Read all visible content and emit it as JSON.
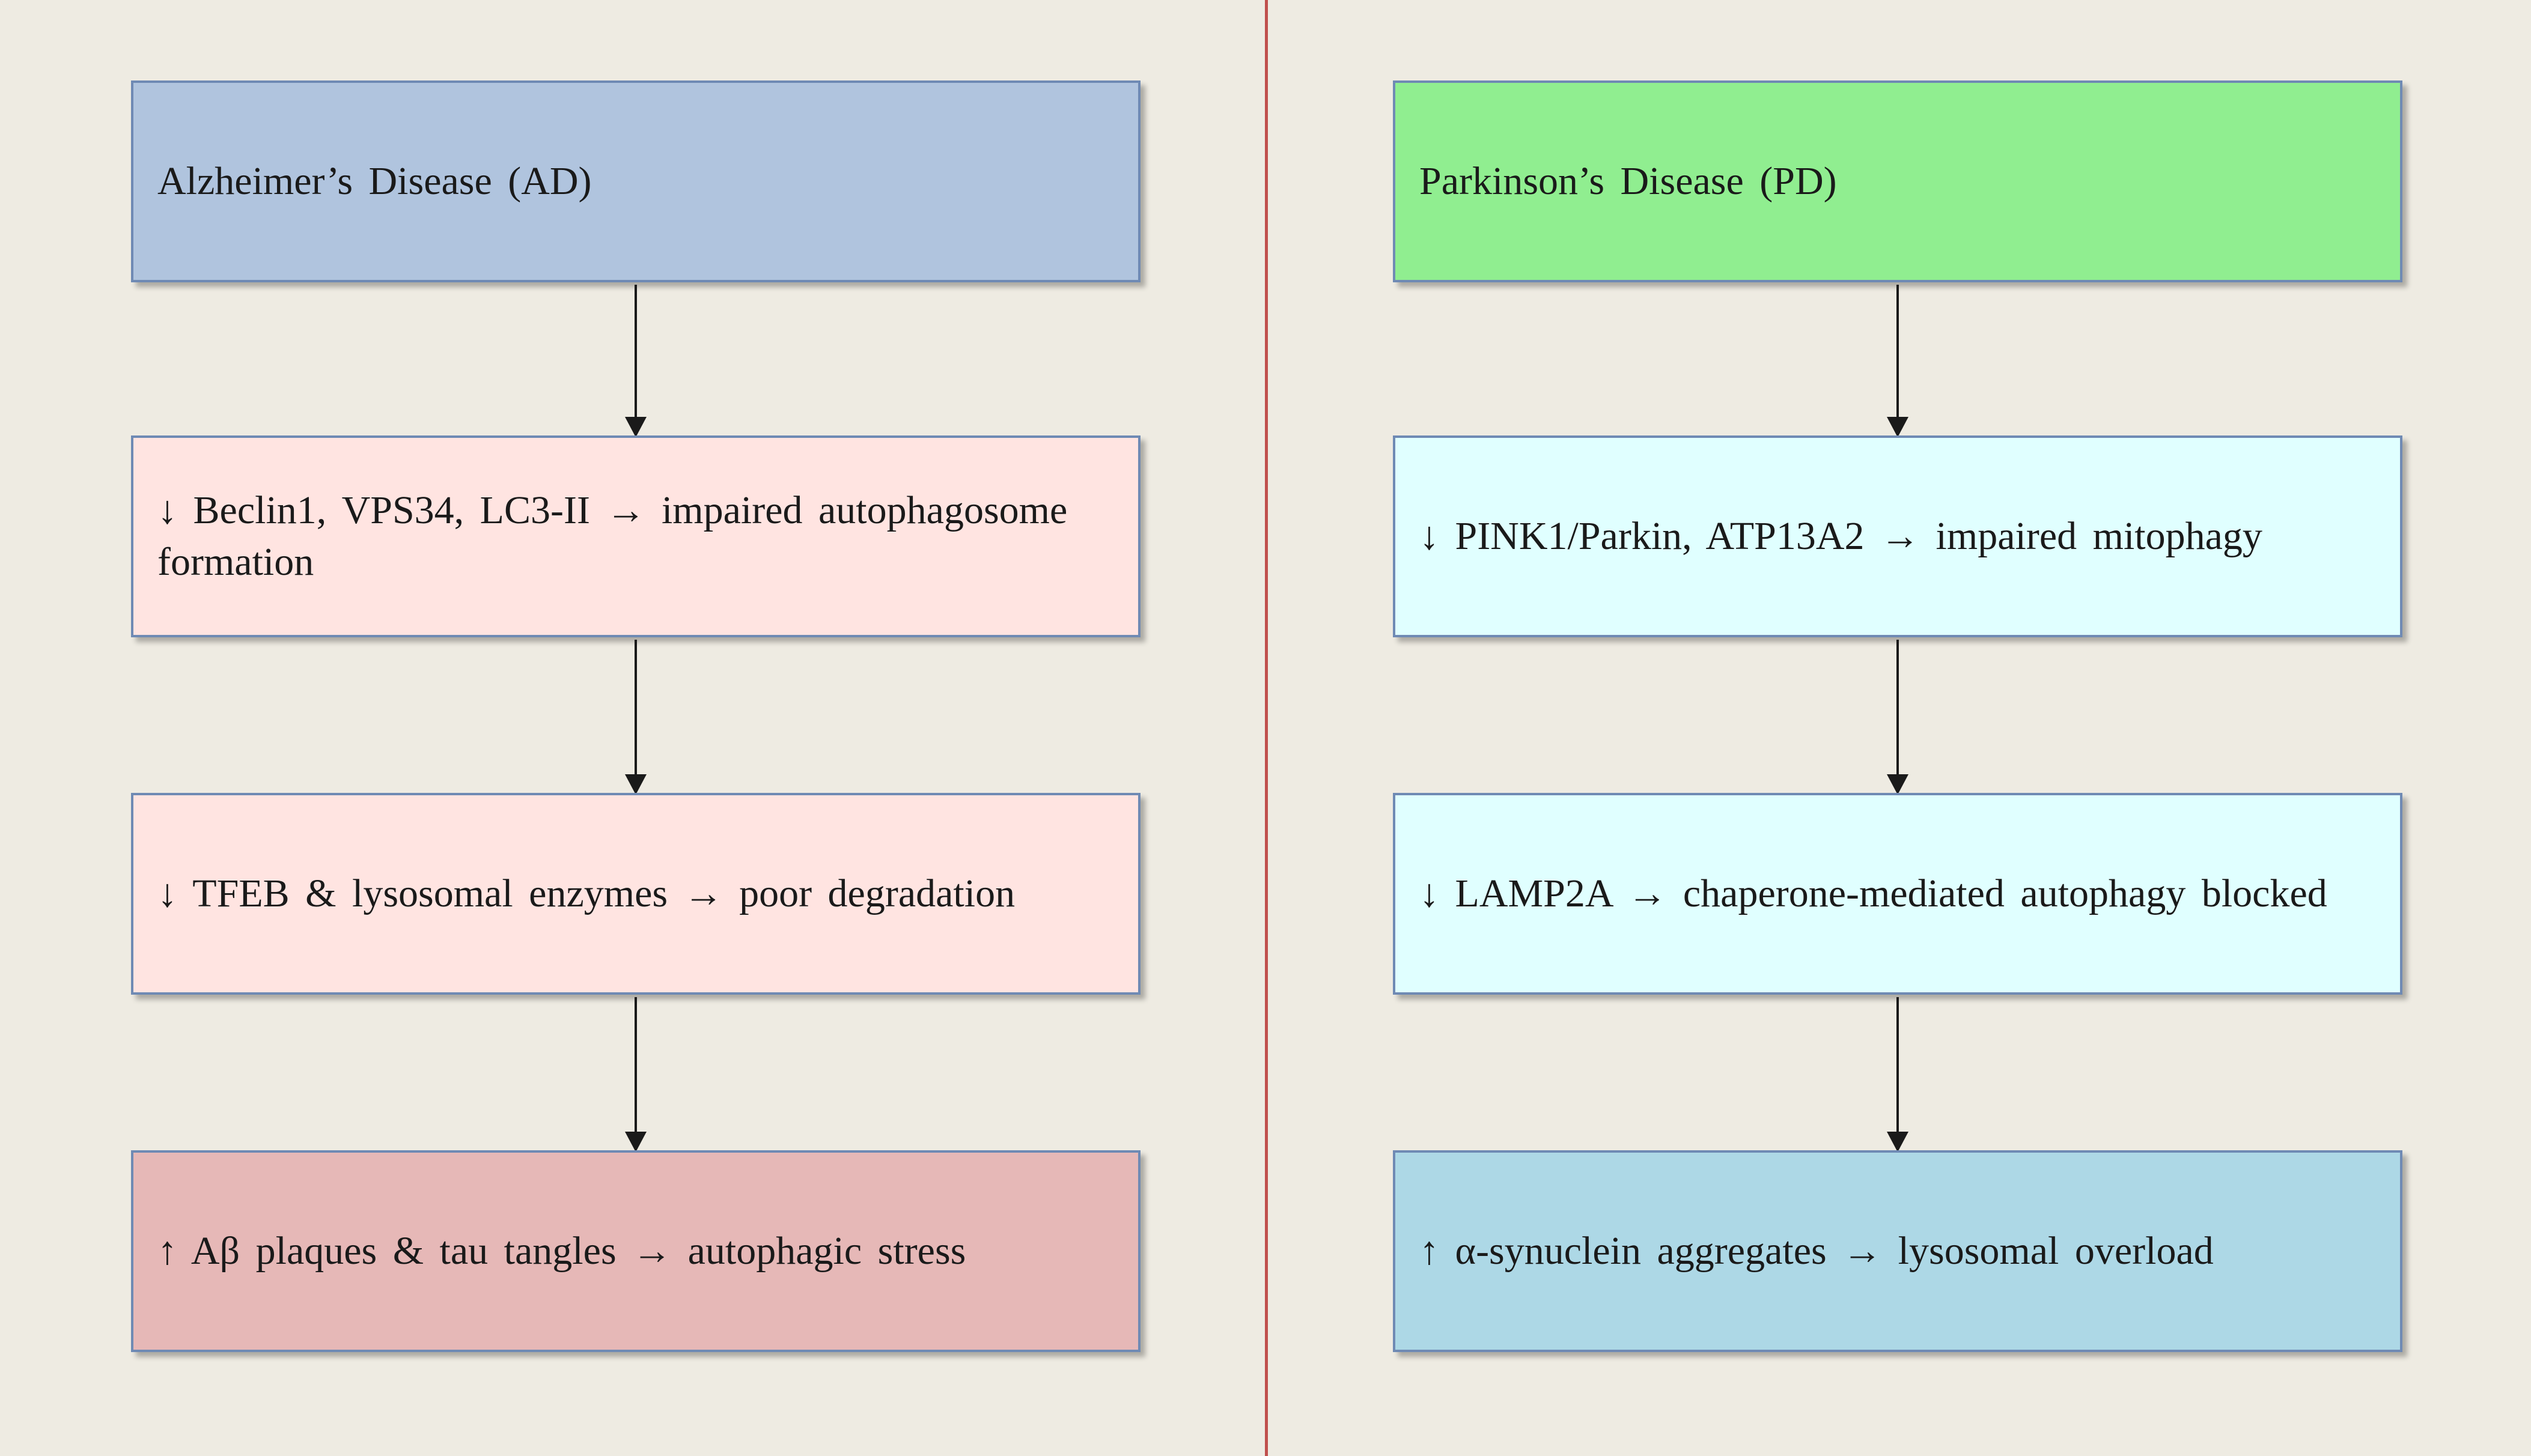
{
  "columns": [
    {
      "header": "Alzheimer’s Disease (AD)",
      "steps": [
        "↓ Beclin1, VPS34, LC3-II → impaired autophagosome formation",
        "↓ TFEB & lysosomal enzymes → poor degradation",
        "↑ Aβ plaques & tau tangles → autophagic stress"
      ],
      "colors": {
        "header": "#b0c4de",
        "steps": [
          "#ffe4e1",
          "#ffe4e1",
          "#e6b8b7"
        ]
      }
    },
    {
      "header": "Parkinson’s Disease (PD)",
      "steps": [
        "↓ PINK1/Parkin, ATP13A2 → impaired mitophagy",
        "↓ LAMP2A → chaperone-mediated autophagy blocked",
        "↑ α-synuclein aggregates → lysosomal overload"
      ],
      "colors": {
        "header": "#90ee90",
        "steps": [
          "#e0ffff",
          "#e0ffff",
          "#add8e6"
        ]
      }
    }
  ],
  "divider_color": "#c0504d",
  "background_color": "#eeebe2"
}
